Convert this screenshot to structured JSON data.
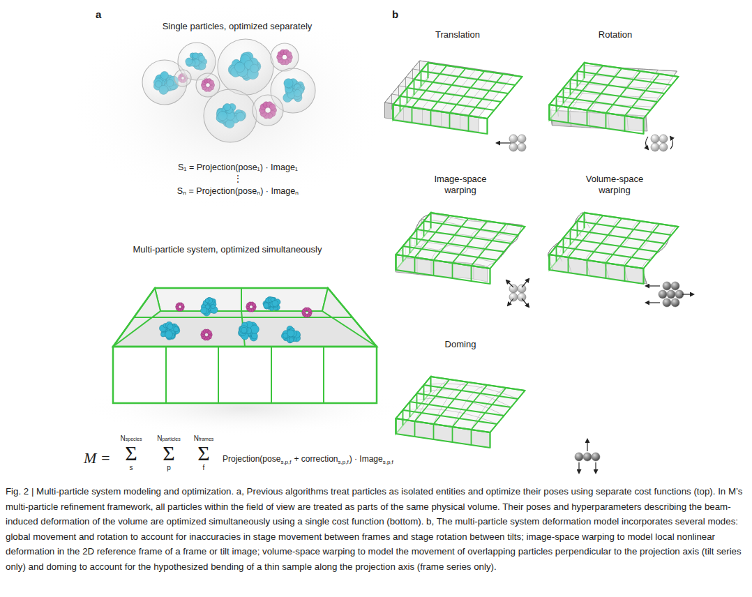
{
  "diagram": {
    "caption": "Fig. 2 | Multi-particle system modeling and optimization. a, Previous algorithms treat particles as isolated entities and optimize their poses using separate cost functions (top). In M’s multi-particle refinement framework, all particles within the field of view are treated as parts of the same physical volume. Their poses and hyperparameters describing the beam-induced deformation of the volume are optimized simultaneously using a single cost function (bottom). b, The multi-particle system deformation model incorporates several modes: global movement and rotation to account for inaccuracies in stage movement between frames and stage rotation between tilts; image-space warping to model local nonlinear deformation in the 2D reference frame of a frame or tilt image; volume-space warping to model the movement of overlapping particles perpendicular to the projection axis (tilt series only) and doming to account for the hypothesized bending of a thin sample along the projection axis (frame series only).",
    "labels": [
      "a",
      "Single particles, optimized separately",
      "S₁ = Projection(pose₁) · Image₁",
      "⋮",
      "Sₙ = Projection(poseₙ) · Imageₙ",
      "Multi-particle system, optimized simultaneously",
      "M =",
      "N",
      "species",
      "Σ",
      "s",
      "N",
      "particles",
      "Σ",
      "p",
      "N",
      "frames",
      "Σ",
      "f",
      "Projection(pose",
      "s,p,f",
      "+ correction",
      "s,p,f",
      ") · Image",
      "s,p,f",
      "b",
      "Translation",
      "Rotation",
      "Image-space warping",
      "Volume-space warping",
      "Doming"
    ]
  }
}
